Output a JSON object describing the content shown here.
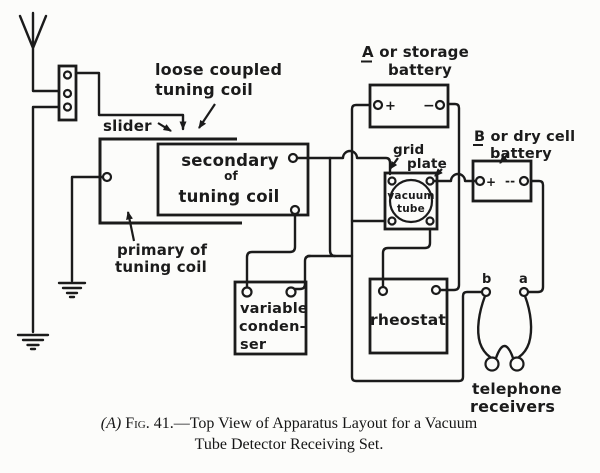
{
  "figure": {
    "caption": {
      "index": "(A)",
      "fig_label": "Fig. 41.",
      "title_rest": "—Top View of Apparatus Layout for a Vacuum",
      "title_line2": "Tube Detector Receiving Set."
    },
    "colors": {
      "ink": "#1b1b1b",
      "paper": "#fcfcfa"
    },
    "labels": {
      "loose_coupled": [
        "loose coupled",
        "tuning coil"
      ],
      "slider": "slider",
      "secondary": [
        "secondary",
        "of",
        "tuning coil"
      ],
      "primary": [
        "primary of",
        "tuning coil"
      ],
      "a_battery": [
        "A or storage",
        "battery"
      ],
      "b_battery": [
        "B or dry cell",
        "battery"
      ],
      "grid": "grid",
      "plate": "plate",
      "vacuum_tube": [
        "vacuum",
        "tube"
      ],
      "variable_condenser": [
        "variable",
        "conden-",
        "ser"
      ],
      "rheostat": "rheostat",
      "telephone_receivers": [
        "telephone",
        "receivers"
      ],
      "phone_terminal_b": "b",
      "phone_terminal_a": "a",
      "a_battery_plus": "+",
      "a_battery_minus": "−",
      "b_battery_plus": "+",
      "b_battery_minus": "--"
    }
  }
}
